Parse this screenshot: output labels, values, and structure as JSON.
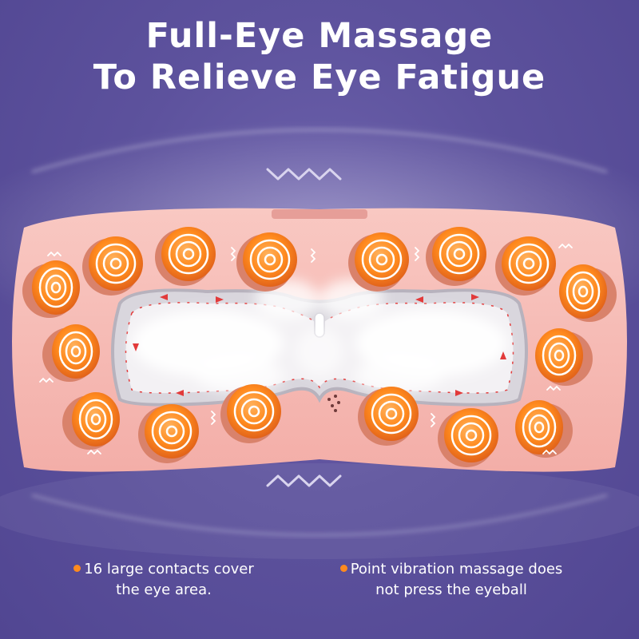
{
  "headline": {
    "line1": "Full-Eye Massage",
    "line2": "To Relieve Eye Fatigue"
  },
  "features": [
    {
      "line1": "16 large contacts cover",
      "line2": "the eye area."
    },
    {
      "line1": "Point vibration massage does",
      "line2": "not press the eyeball"
    }
  ],
  "colors": {
    "background": "#5b4f98",
    "mask_body": "#f6b9b3",
    "contact_orange": "#ff8a1e",
    "steam_white": "#ffffff",
    "bullet": "#ff8a1e"
  }
}
